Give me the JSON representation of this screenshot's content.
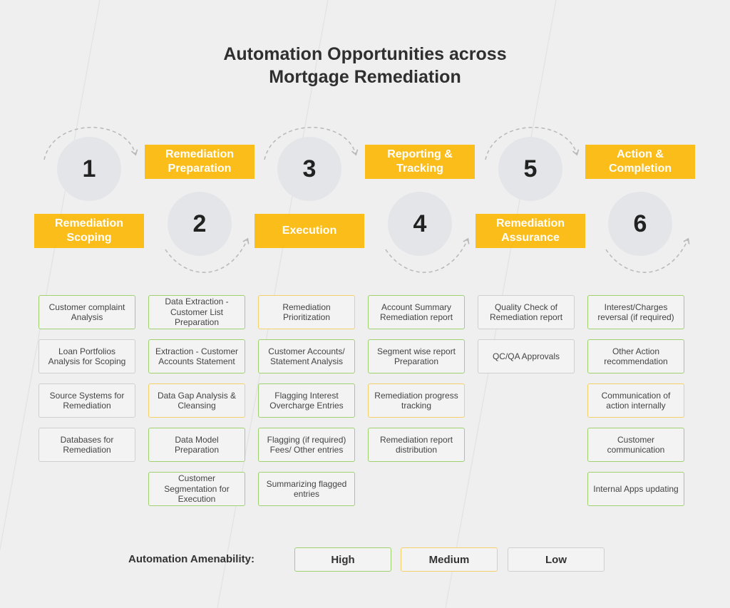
{
  "title": {
    "line1": "Automation Opportunities across",
    "line2": "Mortgage Remediation"
  },
  "colors": {
    "stage_label": "#fbbd1a",
    "high": "#9fd16f",
    "medium": "#f5cf6a",
    "low": "#cfcfcf"
  },
  "stages": [
    {
      "number": "1",
      "label": "Remediation Scoping",
      "tasks": [
        {
          "text": "Customer complaint Analysis",
          "level": "high"
        },
        {
          "text": "Loan Portfolios Analysis for Scoping",
          "level": "low"
        },
        {
          "text": "Source Systems for Remediation",
          "level": "low"
        },
        {
          "text": "Databases for Remediation",
          "level": "low"
        }
      ]
    },
    {
      "number": "2",
      "label": "Remediation Preparation",
      "tasks": [
        {
          "text": "Data Extraction - Customer List Preparation",
          "level": "high"
        },
        {
          "text": "Extraction - Customer Accounts Statement",
          "level": "high"
        },
        {
          "text": "Data Gap Analysis & Cleansing",
          "level": "medium"
        },
        {
          "text": "Data Model Preparation",
          "level": "high"
        },
        {
          "text": "Customer Segmentation for Execution",
          "level": "high"
        }
      ]
    },
    {
      "number": "3",
      "label": "Execution",
      "tasks": [
        {
          "text": "Remediation Prioritization",
          "level": "medium"
        },
        {
          "text": "Customer Accounts/ Statement Analysis",
          "level": "high"
        },
        {
          "text": "Flagging Interest Overcharge Entries",
          "level": "high"
        },
        {
          "text": "Flagging (if required) Fees/ Other entries",
          "level": "high"
        },
        {
          "text": "Summarizing flagged entries",
          "level": "high"
        }
      ]
    },
    {
      "number": "4",
      "label": "Reporting & Tracking",
      "tasks": [
        {
          "text": "Account Summary Remediation report",
          "level": "high"
        },
        {
          "text": "Segment wise report Preparation",
          "level": "high"
        },
        {
          "text": "Remediation progress tracking",
          "level": "medium"
        },
        {
          "text": "Remediation report distribution",
          "level": "high"
        }
      ]
    },
    {
      "number": "5",
      "label": "Remediation Assurance",
      "tasks": [
        {
          "text": "Quality Check of Remediation report",
          "level": "low"
        },
        {
          "text": "QC/QA Approvals",
          "level": "low"
        }
      ]
    },
    {
      "number": "6",
      "label": "Action & Completion",
      "tasks": [
        {
          "text": "Interest/Charges reversal (if required)",
          "level": "high"
        },
        {
          "text": "Other Action recommendation",
          "level": "high"
        },
        {
          "text": "Communication of action internally",
          "level": "medium"
        },
        {
          "text": "Customer communication",
          "level": "high"
        },
        {
          "text": "Internal Apps updating",
          "level": "high"
        }
      ]
    }
  ],
  "legend": {
    "title": "Automation Amenability:",
    "high": "High",
    "medium": "Medium",
    "low": "Low"
  }
}
